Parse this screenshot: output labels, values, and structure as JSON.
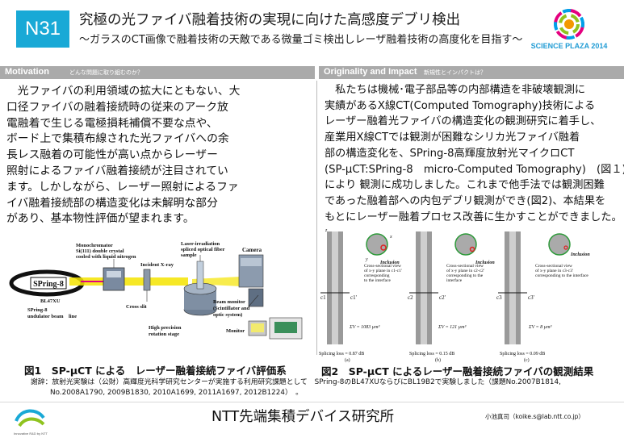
{
  "header": {
    "badge": "N31",
    "title": "究極の光ファイバ融着技術の実現に向けた高感度デブリ検出",
    "subtitle": "～ガラスのCT画像で融着技術の天敵である微量ゴミ検出しレーザ融着技術の高度化を目指す～",
    "logo_text": "SCIENCE PLAZA 2014"
  },
  "left_section": {
    "heading": "Motivation",
    "heading_sub": "どんな問題に取り組むのか？",
    "lines": [
      "　光ファイバの利用領域の拡大にともない、大",
      "口径ファイバの融着接続時の従来のアーク放",
      "電融着で生じる電極損耗補償不要な点や、",
      "ボード上で集積布線された光ファイバへの余",
      "長レス融着の可能性が高い点からレーザー",
      "照射によるファイバ融着接続が注目されてい",
      "ます。しかしながら、レーザー照射によるファ",
      "イバ融着接続部の構造変化は未解明な部分",
      "があり、基本物性評価が望まれます。"
    ]
  },
  "right_section": {
    "heading": "Originality and Impact",
    "heading_sub": "新規性とインパクトは？",
    "lines": [
      "　私たちは機械･電子部品等の内部構造を非破壊観測に",
      "実績があるX線CT(Computed Tomography)技術による",
      "レーザー融着光ファイバの構造変化の観測研究に着手し、",
      "産業用X線CTでは観測が困難なシリカ光ファイバ融着",
      "部の構造変化を、SPring-8高輝度放射光マイクロCT",
      "(SP-µCT:SPring-8　micro-Computed Tomography)　(図１)",
      "により 観測に成功しました。これまで他手法では観測困難",
      "であった融着部への内包デブリ観測ができ(図2)、本結果を",
      "もとにレーザー融着プロセス改善に生かすことができました。"
    ]
  },
  "figure1": {
    "caption": "図1　SP-µCT による　レーザー融着接続ファイバ評価系",
    "labels": {
      "spring8": "SPring-8",
      "monochromator": "Monochromator",
      "si": "Si(111) double crystal",
      "cooled": "cooled with liquid nitrogen",
      "incident": "Incident X-ray",
      "laser1": "Laser-irradiation",
      "laser2": "spliced optical fiber",
      "laser3": "sample",
      "camera": "Camera",
      "bl": "BL47XU",
      "spring8_lbl": "SPring-8",
      "undulator": "undulator beam　line",
      "cross_slit": "Cross slit",
      "beam_monitor": "Beam monitor",
      "scint": "(Scintillator and",
      "optic": "optic system)",
      "hp1": "High precision",
      "hp2": "rotation stage",
      "monitor": "Monitor"
    }
  },
  "figure2": {
    "caption": "図2　SP-µCT によるレーザー融着接続ファイバの観測結果",
    "panels": [
      {
        "sub": "(a)",
        "loss": "Splicing loss = 0.87 dB",
        "vol": "ΣV = 1083  µm³",
        "line": "c1",
        "line2": "c1'",
        "desc": [
          "Cross-sectional view",
          "of x-y plane in c1-c1'",
          "corresponding",
          "to the interface"
        ]
      },
      {
        "sub": "(b)",
        "loss": "Splicing loss = 0.15 dB",
        "vol": "ΣV = 121 µm³",
        "line": "c2",
        "line2": "c2'",
        "desc": [
          "Cross-sectional view",
          "of x-y plane in c2-c2'",
          "corresponding to the",
          "interface"
        ]
      },
      {
        "sub": "(c)",
        "loss": "Splicing loss = 0.09 dB",
        "vol": "ΣV = 8 µm³",
        "line": "c3",
        "line2": "c3'",
        "desc": [
          "Cross-sectional view",
          "of x-y plane in c3-c3'",
          "corresponding to the  interface"
        ]
      }
    ],
    "inclusion": "Inclusion",
    "axis_x": "x",
    "axis_y": "y",
    "axis_z": "z"
  },
  "acknowledgement": [
    "謝辞：放射光実験は（公財）高輝度光科学研究センターが実施する利用研究課題として　SPring-8のBL47XUならびにBL19B2で実験しました（課題No.2007B1814,",
    "No.2008A1790, 2009B1830, 2010A1699, 2011A1697, 2012B1224）　。"
  ],
  "footer": {
    "org": "NTT先端集積デバイス研究所",
    "contact": "小池真司（koike.s@lab.ntt.co.jp）",
    "tagline": "Innovative R&D by NTT"
  },
  "colors": {
    "badge": "#19a9d6",
    "section_bar": "#aaaaaa",
    "beam": "#f5e400"
  }
}
